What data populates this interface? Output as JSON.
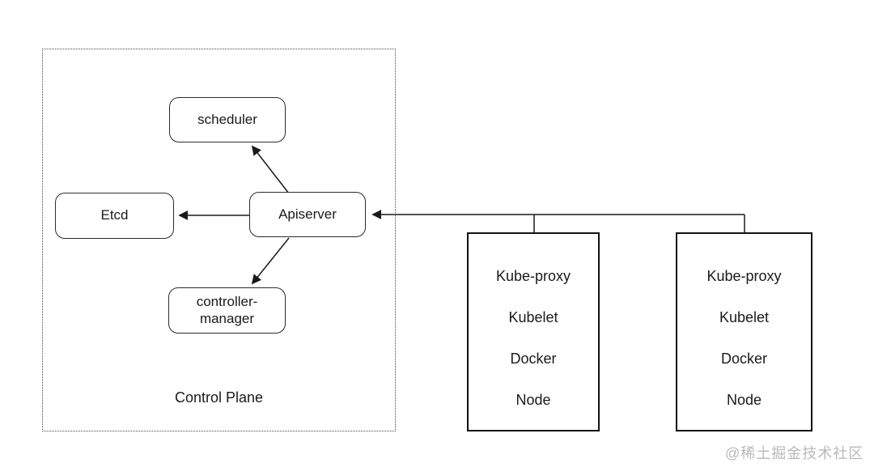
{
  "diagram": {
    "control_plane": {
      "label": "Control Plane",
      "scheduler": "scheduler",
      "etcd": "Etcd",
      "apiserver": "Apiserver",
      "controller_manager": [
        "controller-",
        "manager"
      ]
    },
    "worker_nodes": [
      {
        "components": [
          "Kube-proxy",
          "Kubelet",
          "Docker",
          "Node"
        ]
      },
      {
        "components": [
          "Kube-proxy",
          "Kubelet",
          "Docker",
          "Node"
        ]
      }
    ],
    "colors": {
      "line": "#1a1a1a",
      "text": "#1a1a1a",
      "node_border": "#111111",
      "watermark": "#b9b9b9",
      "background": "#ffffff"
    },
    "watermark": "@稀土掘金技术社区"
  }
}
